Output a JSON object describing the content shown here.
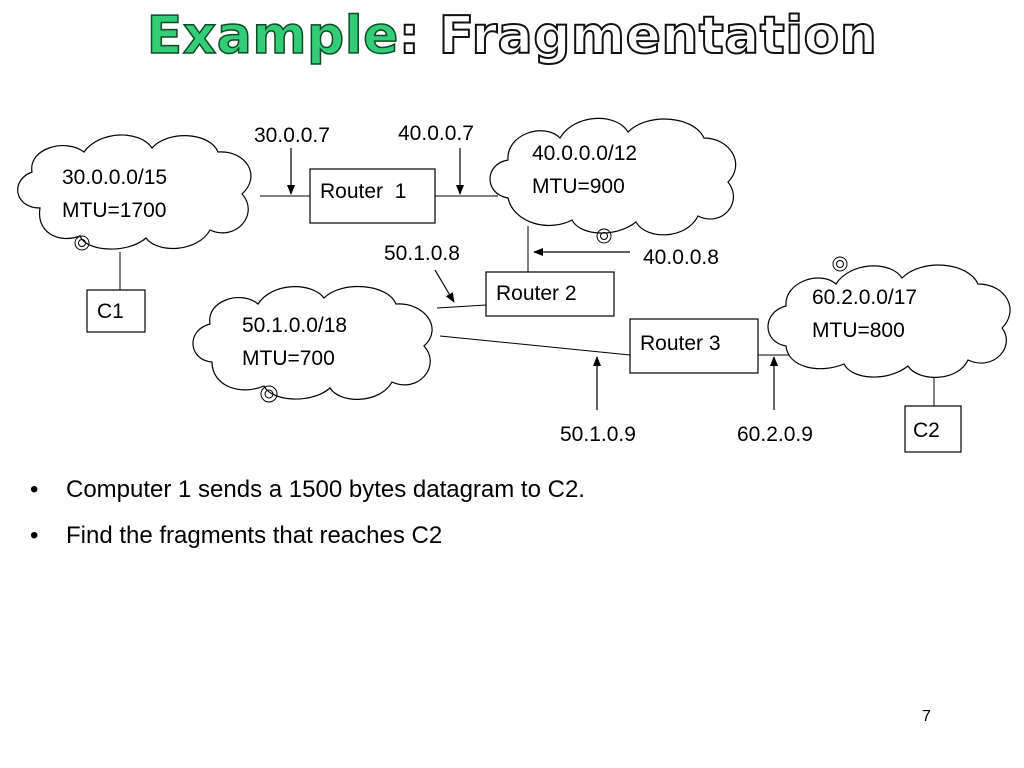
{
  "title": {
    "accent": "Example",
    "rest": ": Fragmentation"
  },
  "diagram": {
    "networks": [
      {
        "id": "net30",
        "address": "30.0.0.0/15",
        "mtu": "MTU=1700"
      },
      {
        "id": "net40",
        "address": "40.0.0.0/12",
        "mtu": "MTU=900"
      },
      {
        "id": "net50",
        "address": "50.1.0.0/18",
        "mtu": "MTU=700"
      },
      {
        "id": "net60",
        "address": "60.2.0.0/17",
        "mtu": "MTU=800"
      }
    ],
    "routers": [
      {
        "id": "router1",
        "label": "Router  1"
      },
      {
        "id": "router2",
        "label": "Router 2"
      },
      {
        "id": "router3",
        "label": "Router 3"
      }
    ],
    "computers": [
      {
        "id": "c1",
        "label": "C1"
      },
      {
        "id": "c2",
        "label": "C2"
      }
    ],
    "interfaces": [
      "30.0.0.7",
      "40.0.0.7",
      "50.1.0.8",
      "40.0.0.8",
      "50.1.0.9",
      "60.2.0.9"
    ]
  },
  "bullet_glyph": "•",
  "bullets": [
    "Computer 1 sends a 1500 bytes datagram to C2.",
    "Find the fragments that reaches C2"
  ],
  "page_number": "7"
}
